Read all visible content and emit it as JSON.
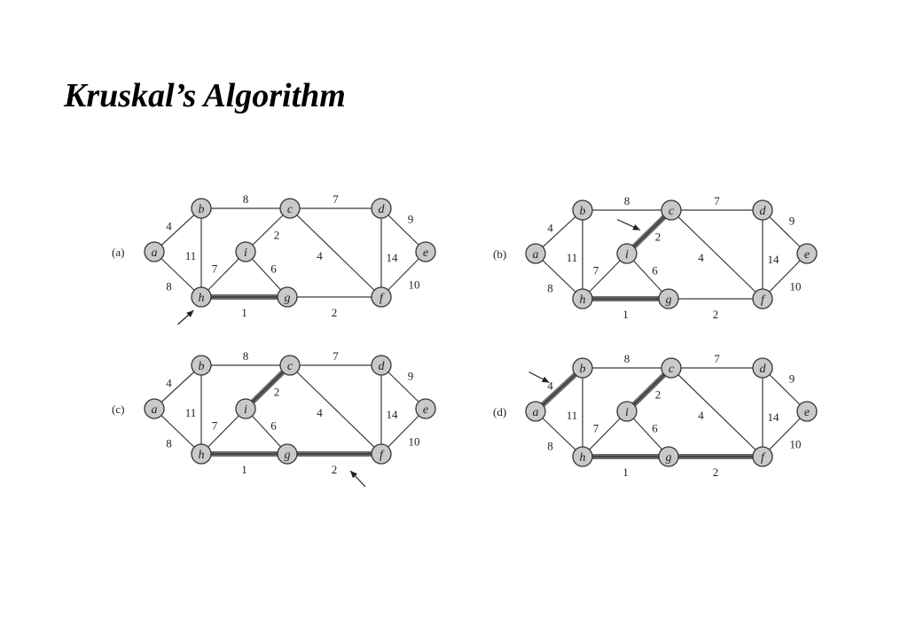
{
  "title": "Kruskal’s Algorithm",
  "nodes": [
    "a",
    "b",
    "c",
    "d",
    "e",
    "f",
    "g",
    "h",
    "i"
  ],
  "edges": [
    {
      "u": "a",
      "v": "b",
      "w": "4"
    },
    {
      "u": "a",
      "v": "h",
      "w": "8"
    },
    {
      "u": "b",
      "v": "c",
      "w": "8"
    },
    {
      "u": "b",
      "v": "h",
      "w": "11"
    },
    {
      "u": "c",
      "v": "d",
      "w": "7"
    },
    {
      "u": "c",
      "v": "i",
      "w": "2"
    },
    {
      "u": "c",
      "v": "f",
      "w": "4"
    },
    {
      "u": "d",
      "v": "e",
      "w": "9"
    },
    {
      "u": "d",
      "v": "f",
      "w": "14"
    },
    {
      "u": "e",
      "v": "f",
      "w": "10"
    },
    {
      "u": "f",
      "v": "g",
      "w": "2"
    },
    {
      "u": "g",
      "v": "h",
      "w": "1"
    },
    {
      "u": "g",
      "v": "i",
      "w": "6"
    },
    {
      "u": "h",
      "v": "i",
      "w": "7"
    }
  ],
  "panels": [
    {
      "label": "(a)",
      "selected": [
        "g-h"
      ],
      "arrow": "g-h"
    },
    {
      "label": "(b)",
      "selected": [
        "g-h",
        "c-i"
      ],
      "arrow": "c-i"
    },
    {
      "label": "(c)",
      "selected": [
        "g-h",
        "c-i",
        "f-g"
      ],
      "arrow": "f-g"
    },
    {
      "label": "(d)",
      "selected": [
        "g-h",
        "c-i",
        "f-g",
        "a-b"
      ],
      "arrow": "a-b"
    }
  ]
}
